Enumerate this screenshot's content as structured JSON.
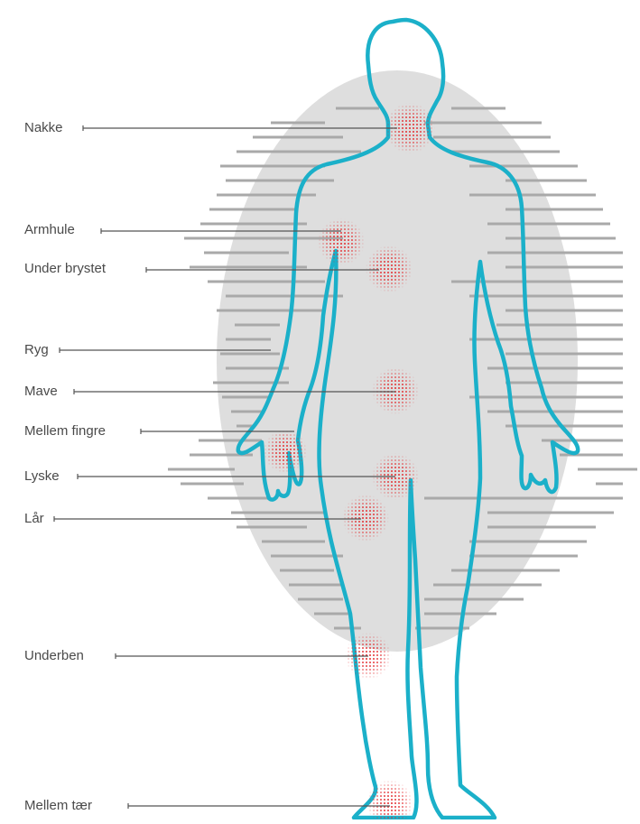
{
  "diagram": {
    "colors": {
      "outline": "#1bb0c9",
      "halo": "#dedede",
      "stripe": "#a9a9a9",
      "spot": "#e3282b",
      "leader": "#555555",
      "text": "#4a4a4a"
    },
    "labels": [
      {
        "id": "nakke",
        "text": "Nakke"
      },
      {
        "id": "armhule",
        "text": "Armhule"
      },
      {
        "id": "under-brystet",
        "text": "Under brystet"
      },
      {
        "id": "ryg",
        "text": "Ryg"
      },
      {
        "id": "mave",
        "text": "Mave"
      },
      {
        "id": "mellem-fingre",
        "text": "Mellem fingre"
      },
      {
        "id": "lyske",
        "text": "Lyske"
      },
      {
        "id": "lar",
        "text": "Lår"
      },
      {
        "id": "underben",
        "text": "Underben"
      },
      {
        "id": "mellem-taer",
        "text": "Mellem tær"
      }
    ]
  }
}
